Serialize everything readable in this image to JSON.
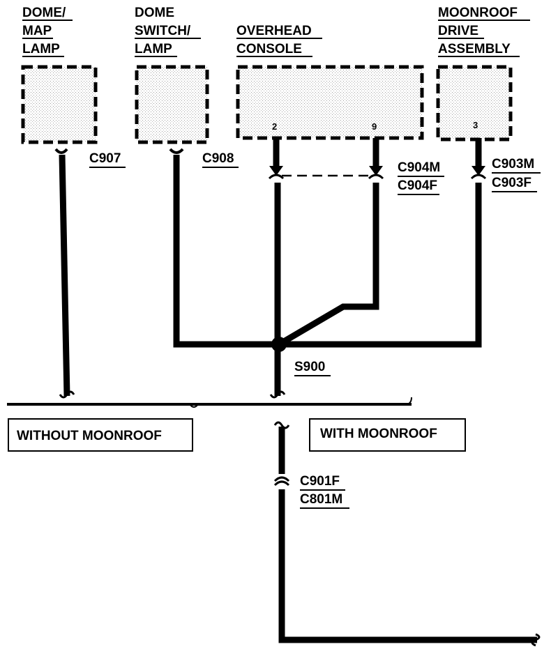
{
  "components": [
    {
      "id": "dome-map-lamp",
      "lines": [
        "DOME/",
        "MAP",
        "LAMP"
      ]
    },
    {
      "id": "dome-switch-lamp",
      "lines": [
        "DOME",
        "SWITCH/",
        "LAMP"
      ]
    },
    {
      "id": "overhead-console",
      "lines": [
        "OVERHEAD",
        "CONSOLE"
      ],
      "pins": [
        "2",
        "9"
      ]
    },
    {
      "id": "moonroof-drive-assembly",
      "lines": [
        "MOONROOF",
        "DRIVE",
        "ASSEMBLY"
      ],
      "pins": [
        "3"
      ]
    }
  ],
  "connectors": {
    "c907": "C907",
    "c908": "C908",
    "c904": [
      "C904M",
      "C904F"
    ],
    "c903": [
      "C903M",
      "C903F"
    ],
    "c901": [
      "C901F",
      "C801M"
    ]
  },
  "splice": "S900",
  "options": {
    "without_moonroof": "WITHOUT MOONROOF",
    "with_moonroof": "WITH MOONROOF"
  }
}
